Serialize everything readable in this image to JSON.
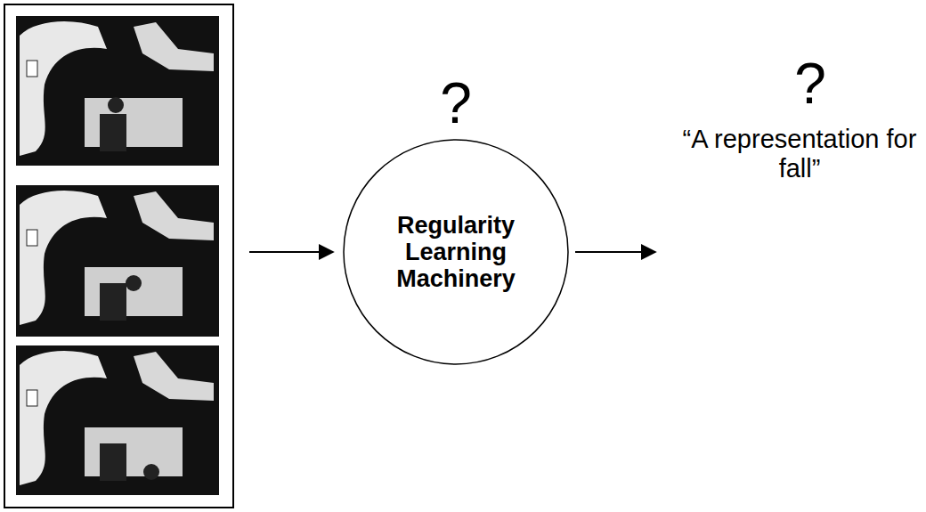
{
  "diagram": {
    "nodes": [
      {
        "text": [
          "?",
          "Regularity Learning Machinery"
        ]
      }
    ],
    "labels": [
      "?",
      "“A representation for fall”"
    ]
  }
}
